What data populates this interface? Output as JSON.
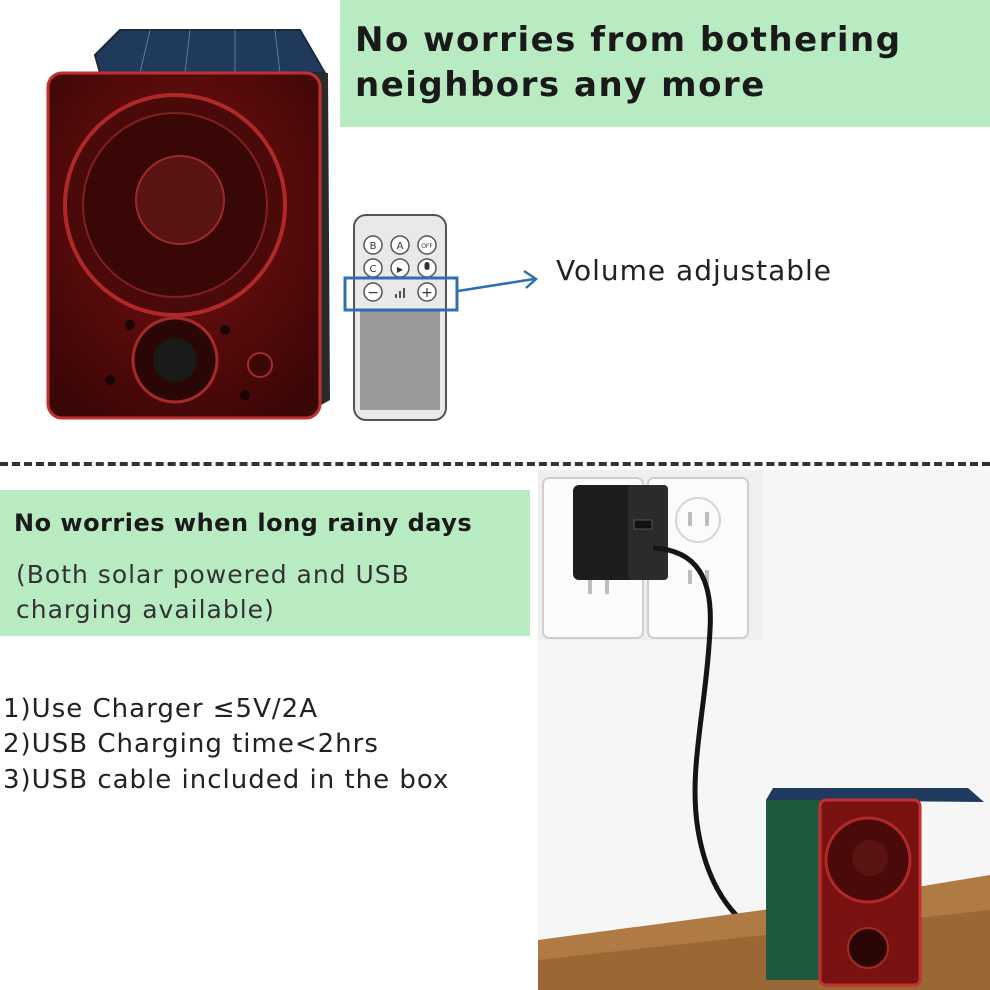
{
  "header": {
    "line1": "No worries from bothering",
    "line2": "neighbors any more"
  },
  "remote": {
    "buttons": [
      "B",
      "A",
      "OFF",
      "C",
      "▶",
      "🎙"
    ],
    "minus": "−",
    "plus": "+",
    "callout": "Volume adjustable"
  },
  "charging": {
    "title": "No worries when long rainy days",
    "sub_line1": "(Both solar powered and USB",
    "sub_line2": "charging available)"
  },
  "specs": [
    "1)Use Charger ≤5V/2A",
    "2)USB Charging time<2hrs",
    "3)USB cable included in the box"
  ],
  "colors": {
    "banner": "#b9ebc3",
    "device_red": "#8e1f1f",
    "callout_blue": "#2f6db4"
  }
}
